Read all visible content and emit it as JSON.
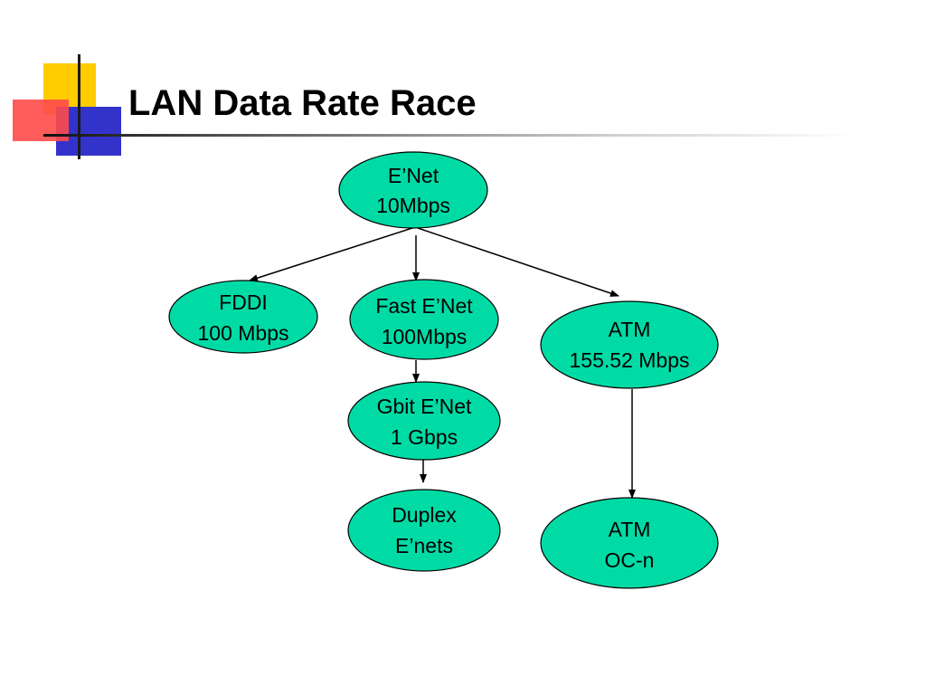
{
  "slide": {
    "title": "LAN Data Rate Race"
  },
  "colors": {
    "node_fill": "#00dba6",
    "node_stroke": "#000000"
  },
  "nodes": [
    {
      "id": "enet",
      "line1": "E’Net",
      "line2": "10Mbps"
    },
    {
      "id": "fddi",
      "line1": "FDDI",
      "line2": "100 Mbps"
    },
    {
      "id": "fast-enet",
      "line1": "Fast E’Net",
      "line2": "100Mbps"
    },
    {
      "id": "atm",
      "line1": "ATM",
      "line2": "155.52 Mbps"
    },
    {
      "id": "gbit-enet",
      "line1": "Gbit E’Net",
      "line2": "1 Gbps"
    },
    {
      "id": "duplex-enets",
      "line1": "Duplex",
      "line2": "E’nets"
    },
    {
      "id": "atm-ocn",
      "line1": "ATM",
      "line2": "OC-n"
    }
  ],
  "edges": [
    {
      "from": "enet",
      "to": "fddi"
    },
    {
      "from": "enet",
      "to": "fast-enet"
    },
    {
      "from": "enet",
      "to": "atm"
    },
    {
      "from": "fast-enet",
      "to": "gbit-enet"
    },
    {
      "from": "gbit-enet",
      "to": "duplex-enets"
    },
    {
      "from": "atm",
      "to": "atm-ocn"
    }
  ]
}
